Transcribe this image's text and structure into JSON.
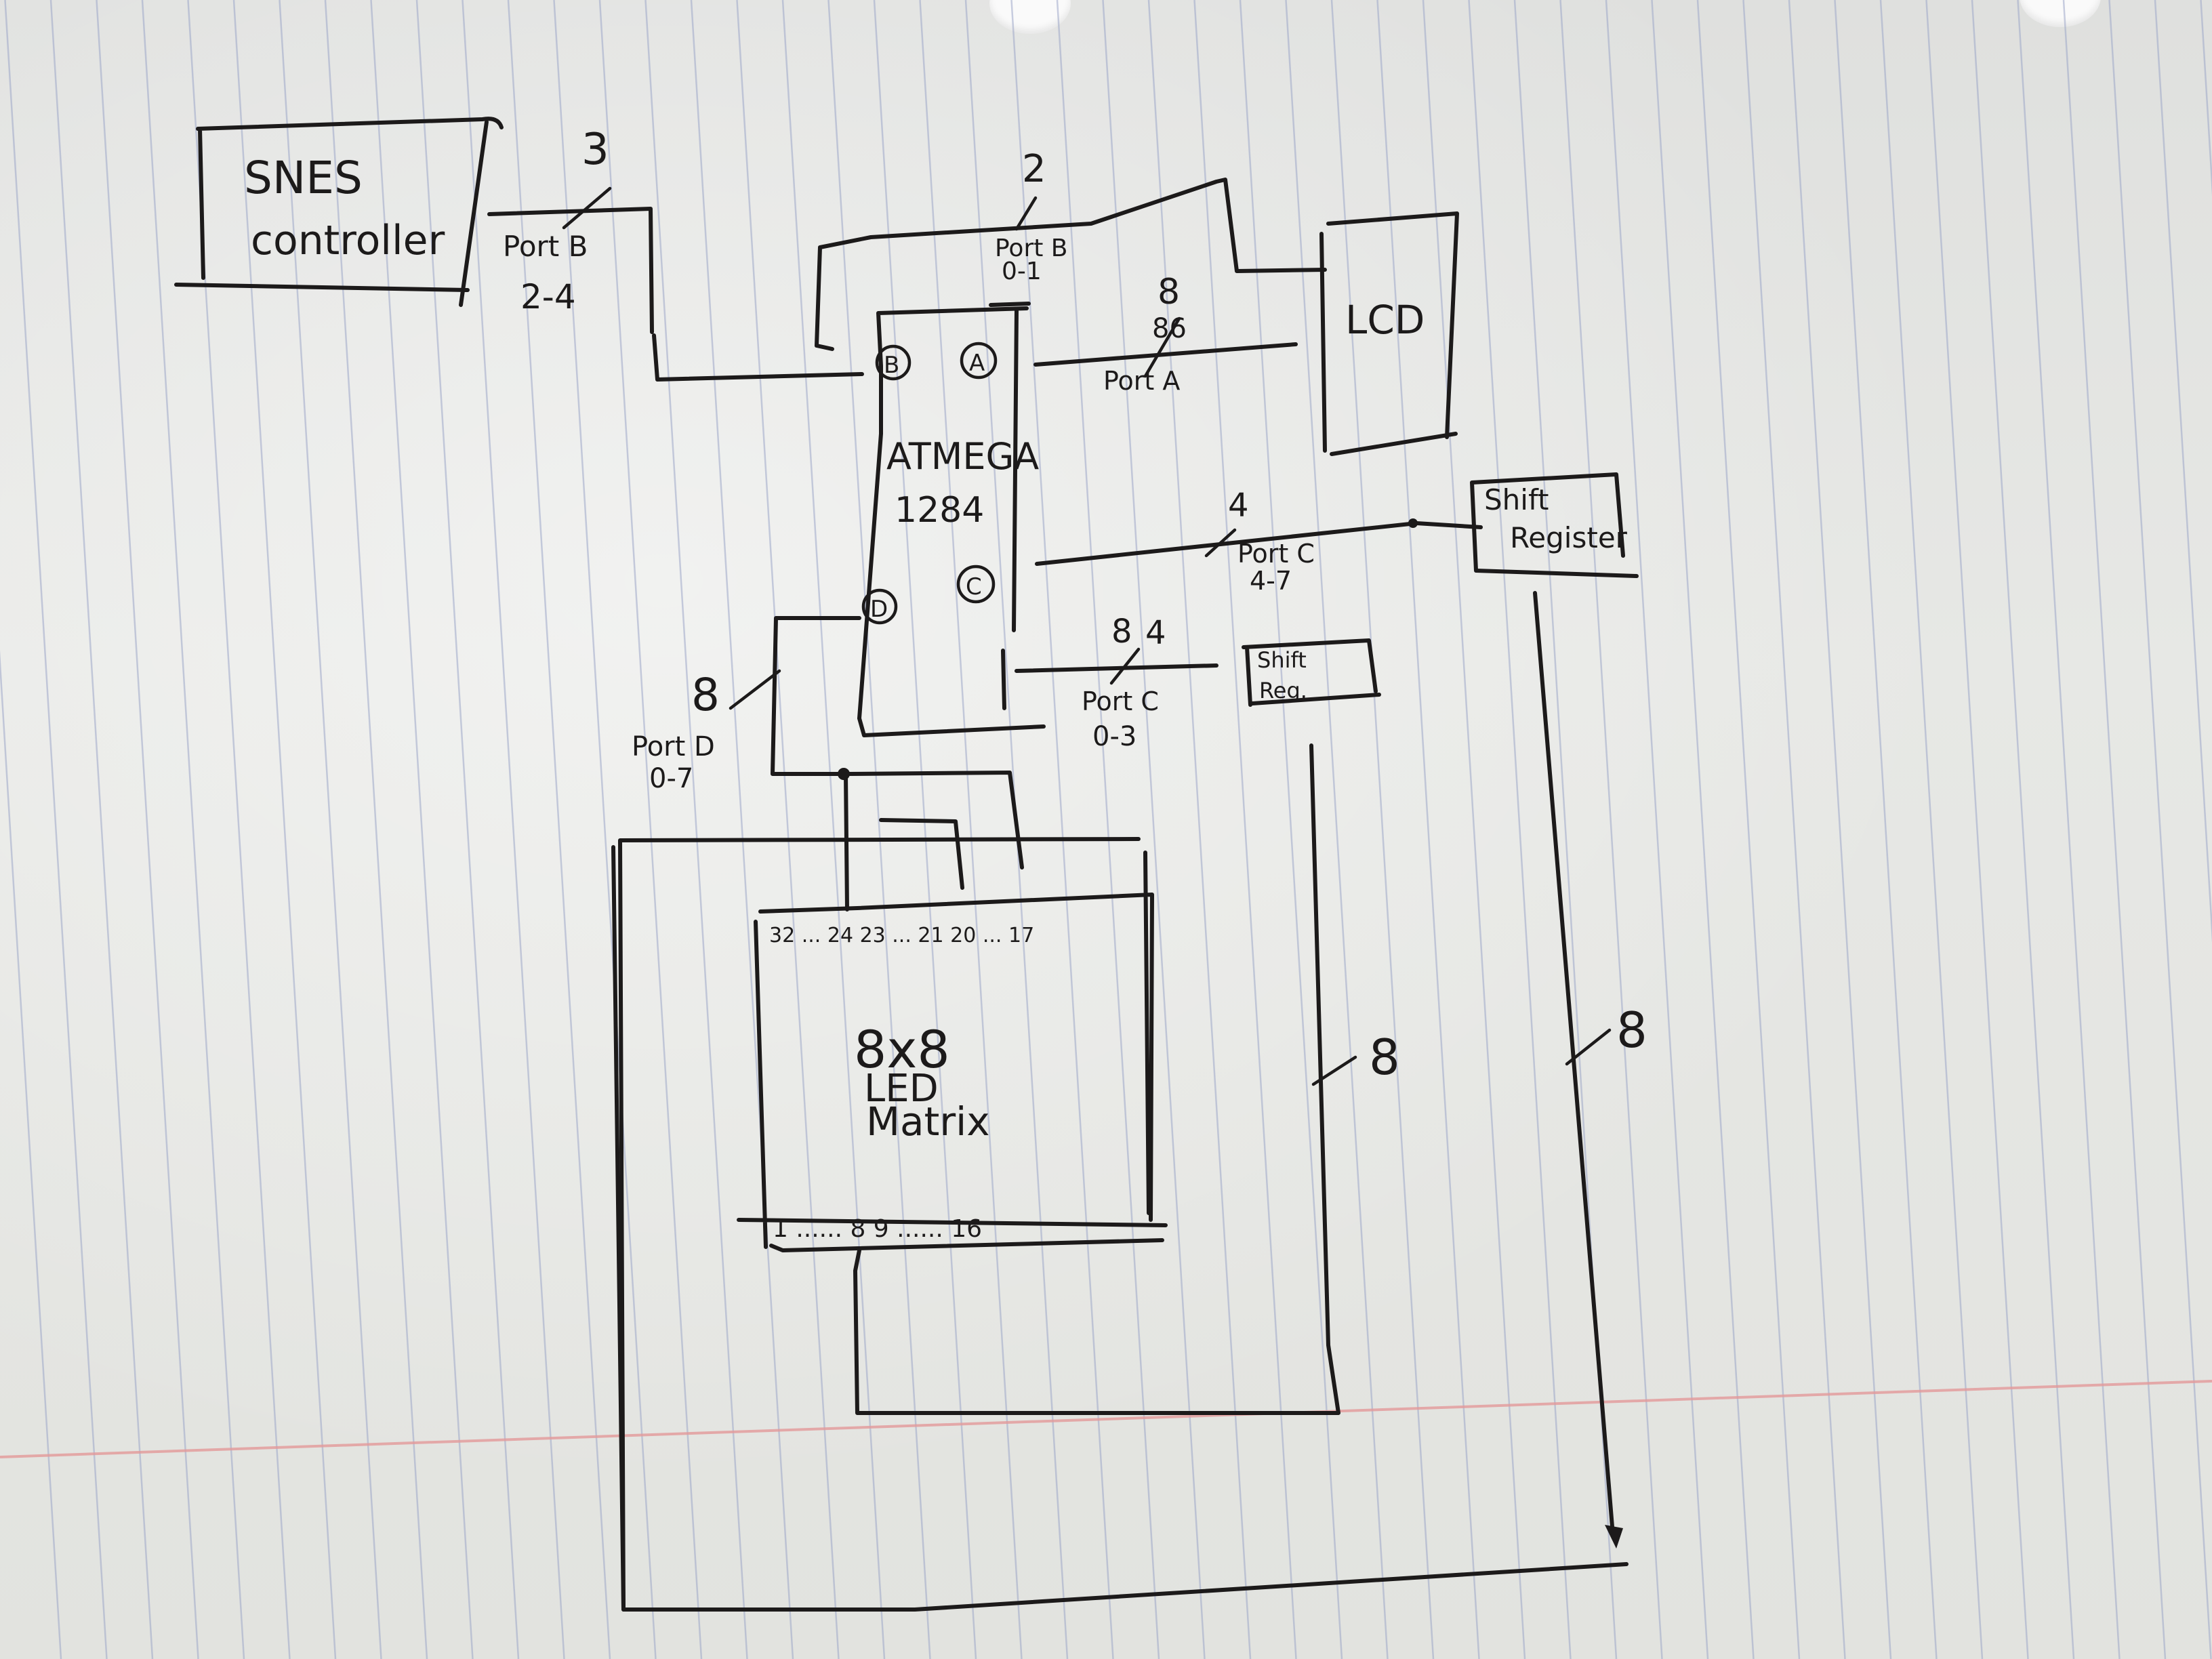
{
  "colors": {
    "paper": "#e4e5e2",
    "rule_line": "#9ea8c9",
    "margin_line": "#e39a9a",
    "ink": "#1c1a1a"
  },
  "blocks": {
    "snes": {
      "line1": "SNES",
      "line2": "controller"
    },
    "mcu": {
      "line1": "ATMEGA",
      "line2": "1284"
    },
    "lcd": {
      "label": "LCD"
    },
    "shift_register": {
      "line1": "Shift",
      "line2": "Register"
    },
    "shift_reg_small": {
      "line1": "Shift",
      "line2": "Reg."
    },
    "led_matrix": {
      "line1": "8x8",
      "line2": "LED",
      "line3": "Matrix"
    }
  },
  "port_markers": {
    "b": "B",
    "a": "A",
    "d": "D",
    "c": "C"
  },
  "wires": {
    "snes_bus": {
      "width": "3",
      "line1": "Port B",
      "line2": "2-4"
    },
    "lcd_ctrl_bus": {
      "width": "2",
      "line1": "Port B",
      "line2": "0-1"
    },
    "lcd_data_bus": {
      "width": "8",
      "scribble": "86",
      "label": "Port A"
    },
    "shift_register_bus": {
      "width": "4",
      "line1": "Port C",
      "line2": "4-7"
    },
    "shift_reg_bus": {
      "width": "4",
      "strike": "8",
      "line1": "Port C",
      "line2": "0-3"
    },
    "matrix_d_bus": {
      "width": "8",
      "line1": "Port D",
      "line2": "0-7"
    },
    "shift_reg_out": {
      "width": "8"
    },
    "shift_register_out": {
      "width": "8"
    }
  },
  "matrix_pins": {
    "top": "32 ... 24 23 ... 21 20 ... 17",
    "bottom": "1 ...... 8 9 ...... 16"
  }
}
